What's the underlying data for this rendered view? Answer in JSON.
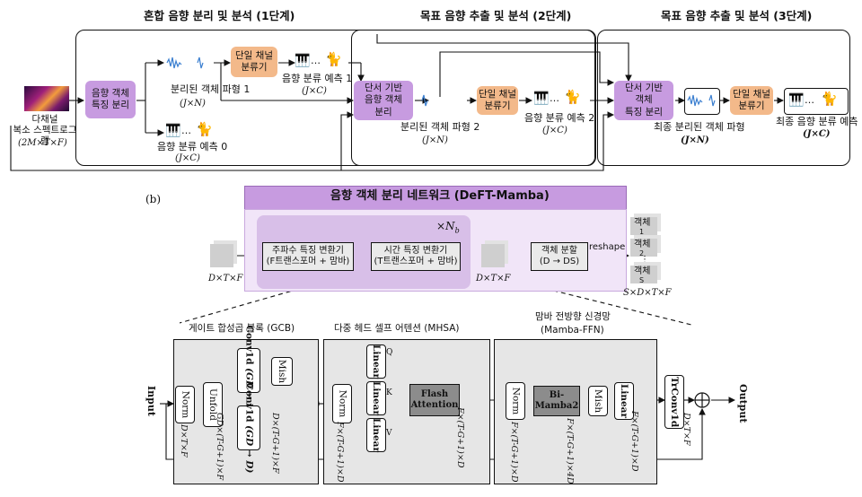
{
  "top": {
    "stage1_title": "혼합 음향 분리 및 분석 (1단계)",
    "stage2_title": "목표 음향 추출 및 분석 (2단계)",
    "stage3_title": "목표 음향 추출 및 분석 (3단계)",
    "input_label": "다채널\n복소 스펙트로그램",
    "input_dim": "(2M×T×F)",
    "box_separation": "음향 객체\n특징 분리",
    "box_single_classifier": "단일 채널\n분류기",
    "box_tdom": "단서 기반\n음향 객체\n분리",
    "box_tdom3": "단서 기반\n객체\n특징 분리",
    "wave1_label": "분리된 객체 파형 1",
    "wave1_dim": "(J×N)",
    "pred1_label": "음향 분류 예측 1",
    "pred1_dim": "(J×C)",
    "pred0_label": "음향 분류 예측 0",
    "pred0_dim": "(J×C)",
    "wave2_label": "분리된 객체 파형 2",
    "wave2_dim": "(J×N)",
    "pred2_label": "음향 분류 예측 2",
    "pred2_dim": "(J×C)",
    "wave3_label": "최종 분리된 객체 파형",
    "wave3_dim": "(J×N)",
    "pred3_label": "최종 음향 분류 예측",
    "pred3_dim": "(J×C)",
    "ellipsis": "…"
  },
  "mid": {
    "panel_label": "(b)",
    "title": "음향 객체 분리 네트워크 (DeFT-Mamba)",
    "repeat": "×N",
    "repeat_sub": "b",
    "freq_block": "주파수 특징 변환기\n(F트랜스포머 + 맘바)",
    "time_block": "시간 특징 변환기\n(T트랜스포머 + 맘바)",
    "split_block": "객체 분할\n(D → DS)",
    "reshape": "reshape",
    "in_dim": "D×T×F",
    "out_dim": "D×T×F",
    "obj_label": "객체",
    "obj_1": "1",
    "obj_2": "2",
    "obj_dots": "⋮",
    "obj_s": "S",
    "stack_dim": "S×D×T×F"
  },
  "bottom": {
    "gcb_title": "게이트 합성곱 블록 (GCB)",
    "mhsa_title": "다중 헤드 셀프 어텐션 (MHSA)",
    "ffn_title_1": "맘바 전방향 신경망",
    "ffn_title_2": "(Mamba-FFN)",
    "input": "Input",
    "output": "Output",
    "norm": "Norm",
    "unfold": "Unfold",
    "conv1d": "Conv1d",
    "conv_sub": "(GD → D)",
    "mish": "Mish",
    "linear": "Linear",
    "flash": "Flash\nAttention",
    "bimamba": "Bi-\nMamba2",
    "trconv": "TrConv1d",
    "q": "Q",
    "k": "K",
    "v": "V",
    "d_dxtxf": "D×T×F",
    "d_gd": "GD×(T-G+1)×F",
    "d_d": "D×(T-G+1)×F",
    "d_f1": "F×(T-G+1)×D",
    "d_f2": "F×(T-G+1)×D",
    "d_f3": "F×(T-G+1)×D",
    "d_f4": "F×(T-G+1)×4D",
    "d_f5": "F×(T-G+1)×D",
    "d_out": "D×T×F"
  }
}
